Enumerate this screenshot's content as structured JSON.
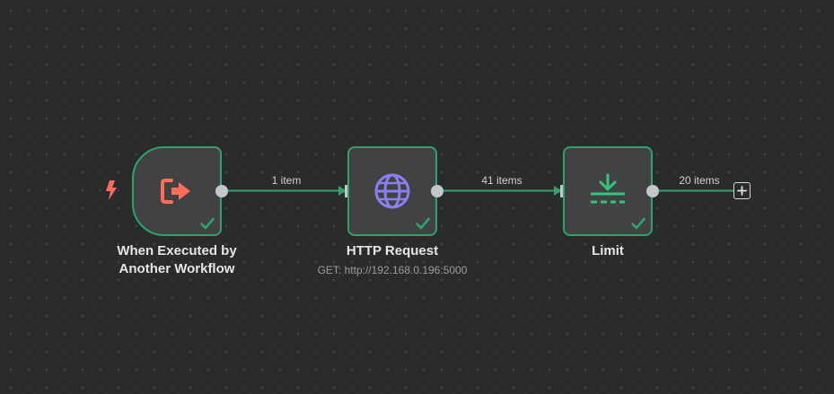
{
  "workflow": {
    "nodes": [
      {
        "id": "trigger",
        "title_line1": "When Executed by",
        "title_line2": "Another Workflow",
        "icon": "sign-out-icon",
        "status": "success"
      },
      {
        "id": "http",
        "title": "HTTP Request",
        "subtitle": "GET: http://192.168.0.196:5000",
        "icon": "globe-icon",
        "status": "success"
      },
      {
        "id": "limit",
        "title": "Limit",
        "icon": "limit-download-icon",
        "status": "success"
      }
    ],
    "edges": [
      {
        "from": "trigger",
        "to": "http",
        "label": "1 item"
      },
      {
        "from": "http",
        "to": "limit",
        "label": "41 items"
      },
      {
        "from": "limit",
        "to": "add",
        "label": "20 items"
      }
    ]
  },
  "colors": {
    "background": "#2a2b2b",
    "node_bg": "#414243",
    "success": "#2fa36b",
    "edge": "#2fa36b",
    "trigger_icon": "#ff6d5a",
    "http_icon": "#8b7ff0",
    "limit_icon": "#35c47c"
  }
}
